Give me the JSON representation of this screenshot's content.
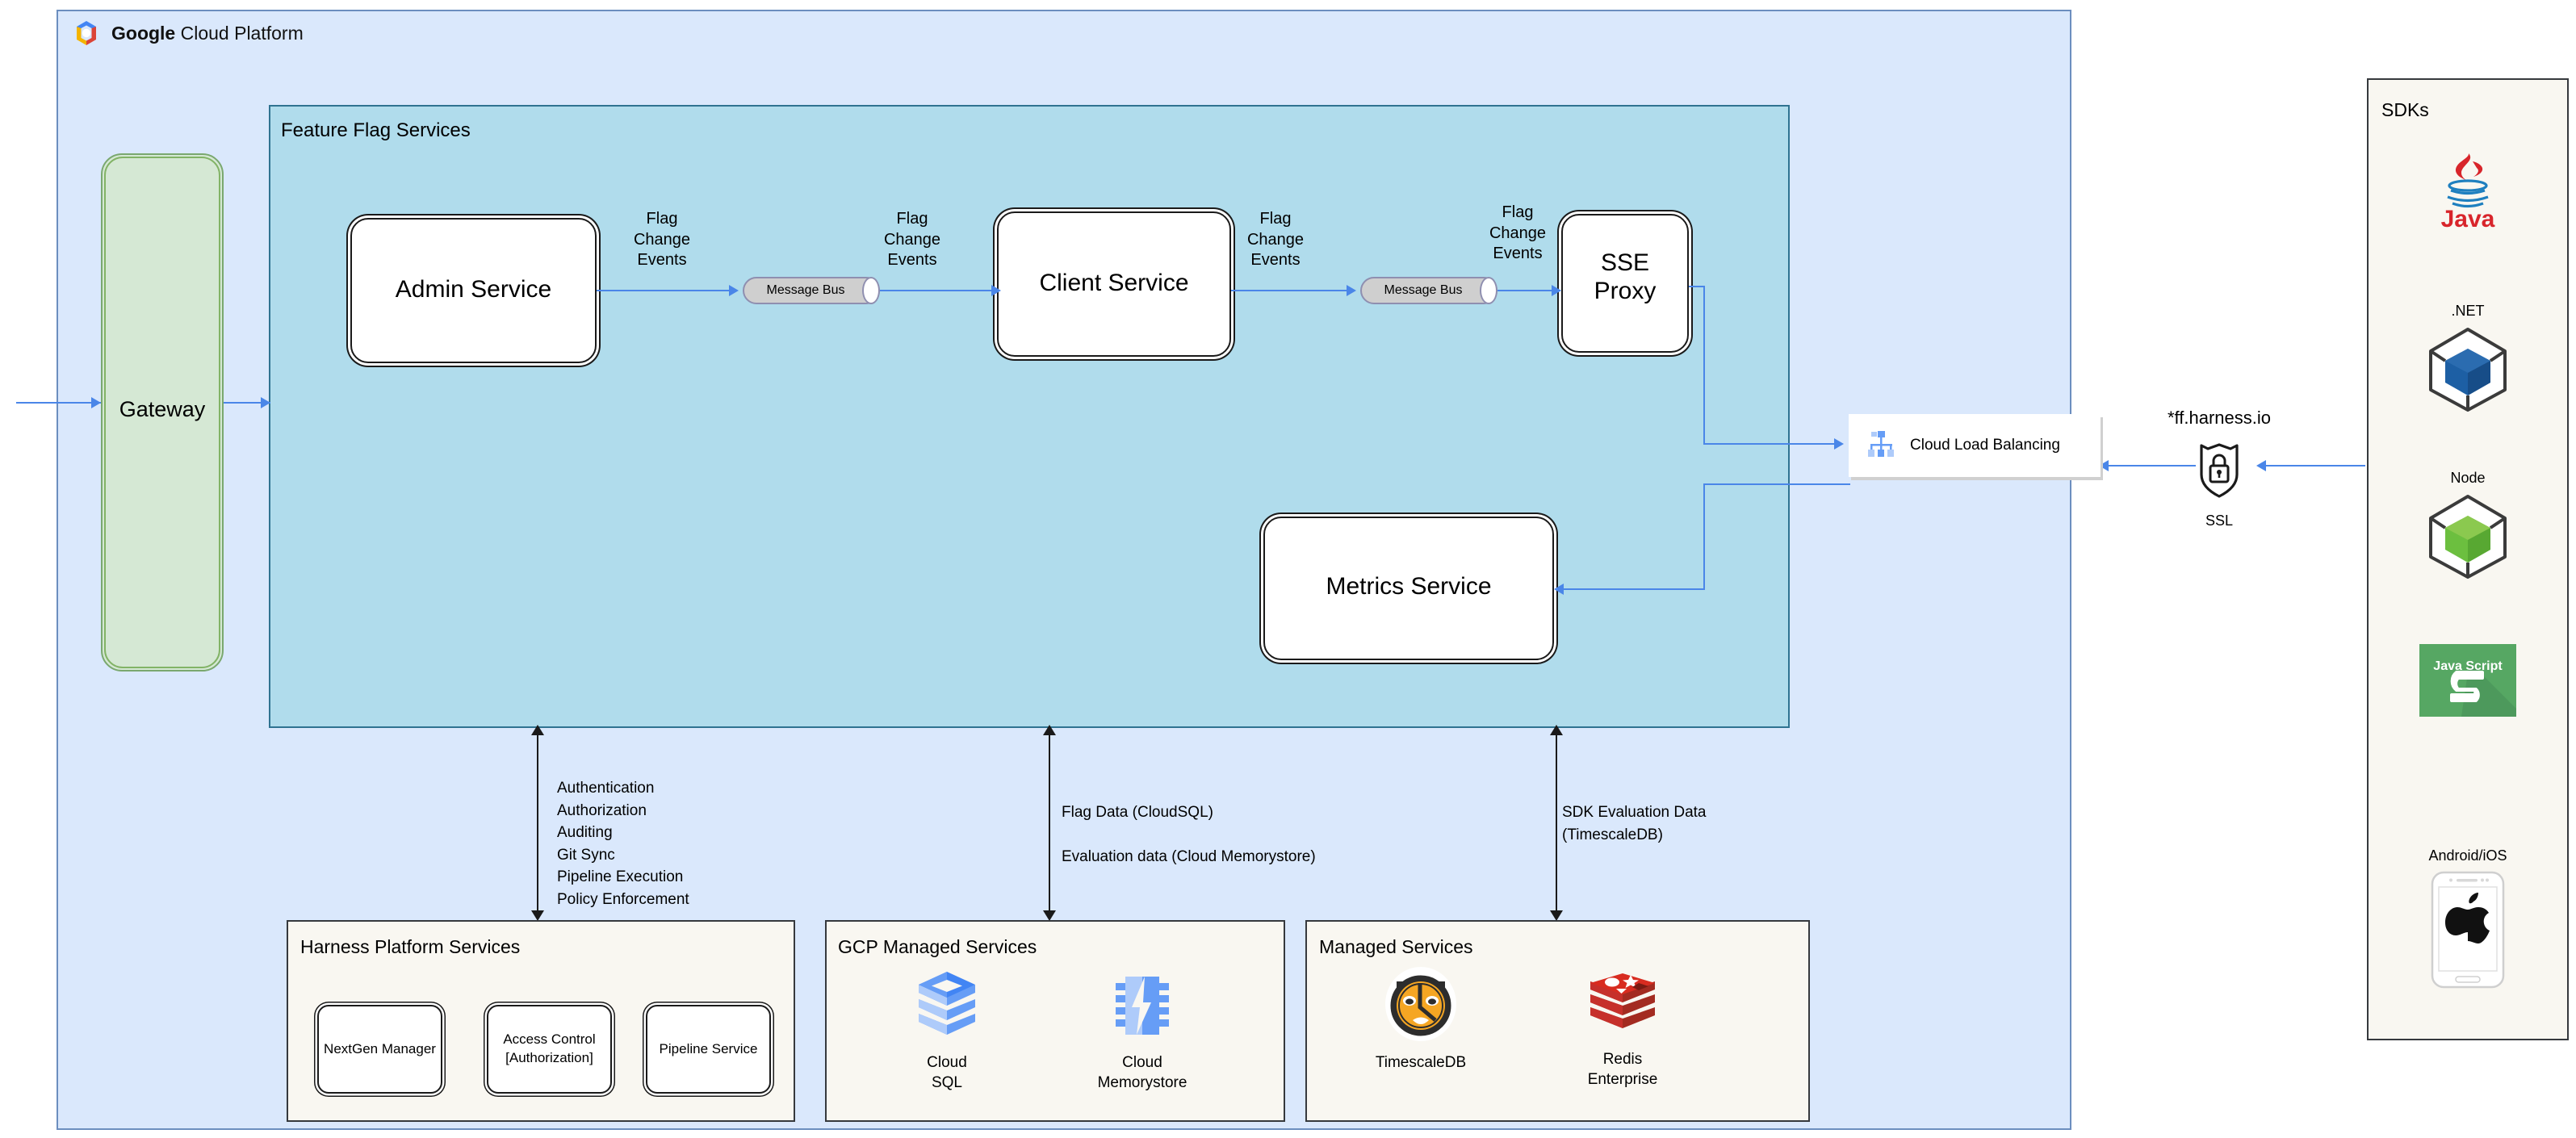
{
  "gcp": {
    "title_bold": "Google",
    "title_rest": " Cloud Platform",
    "logo_icon": "gcp-hexagon-logo"
  },
  "feature_flag_services": {
    "title": "Feature Flag Services",
    "services": [
      {
        "id": "admin",
        "label": "Admin Service"
      },
      {
        "id": "client",
        "label": "Client Service"
      },
      {
        "id": "sse",
        "label": "SSE\nProxy"
      },
      {
        "id": "metrics",
        "label": "Metrics Service"
      }
    ],
    "message_buses": [
      {
        "id": "bus1",
        "label": "Message Bus"
      },
      {
        "id": "bus2",
        "label": "Message Bus"
      }
    ],
    "edge_labels": [
      "Flag\nChange\nEvents",
      "Flag\nChange\nEvents",
      "Flag\nChange\nEvents",
      "Flag\nChange\nEvents"
    ]
  },
  "gateway": {
    "label": "Gateway"
  },
  "annotations": {
    "platform": "Authentication\nAuthorization\nAuditing\nGit Sync\nPipeline Execution\nPolicy Enforcement",
    "data": "Flag Data (CloudSQL)\n\nEvaluation data (Cloud Memorystore)",
    "sdk": "SDK Evaluation Data\n(TimescaleDB)"
  },
  "panels": {
    "harness": {
      "title": "Harness Platform Services",
      "items": [
        {
          "label": "NextGen Manager"
        },
        {
          "label": "Access Control\n[Authorization]"
        },
        {
          "label": "Pipeline Service"
        }
      ]
    },
    "gcp_managed": {
      "title": "GCP Managed Services",
      "items": [
        {
          "label": "Cloud\nSQL",
          "icon": "cloud-sql-icon"
        },
        {
          "label": "Cloud\nMemorystore",
          "icon": "cloud-memorystore-icon"
        }
      ]
    },
    "managed": {
      "title": "Managed Services",
      "items": [
        {
          "label": "TimescaleDB",
          "icon": "timescaledb-icon"
        },
        {
          "label": "Redis\nEnterprise",
          "icon": "redis-icon"
        }
      ]
    }
  },
  "load_balancer": {
    "label": "Cloud Load Balancing",
    "icon": "cloud-load-balancing-icon"
  },
  "edge": {
    "domain": "*ff.harness.io",
    "ssl_label": "SSL",
    "ssl_icon": "ssl-shield-lock-icon"
  },
  "sdks": {
    "title": "SDKs",
    "items": [
      {
        "caption": "",
        "label": "Java",
        "icon": "java-icon"
      },
      {
        "caption": ".NET",
        "label": "",
        "icon": "dotnet-cube-icon"
      },
      {
        "caption": "Node",
        "label": "",
        "icon": "node-cube-icon"
      },
      {
        "caption": "",
        "label": "Java Script",
        "icon": "javascript-icon"
      },
      {
        "caption": "Android/iOS",
        "label": "",
        "icon": "mobile-apple-icon"
      }
    ]
  },
  "colors": {
    "gcp_container_bg": "#dae8fc",
    "gcp_container_border": "#6c8ebf",
    "ffs_bg": "#b0dcec",
    "ffs_border": "#2f7391",
    "gateway_bg": "#d5e8d4",
    "gateway_border": "#82b366",
    "panel_bg": "#f9f7f1",
    "panel_border": "#36393d",
    "connector_blue": "#4a86e8",
    "message_bus_fill": "#cfcfcf"
  }
}
